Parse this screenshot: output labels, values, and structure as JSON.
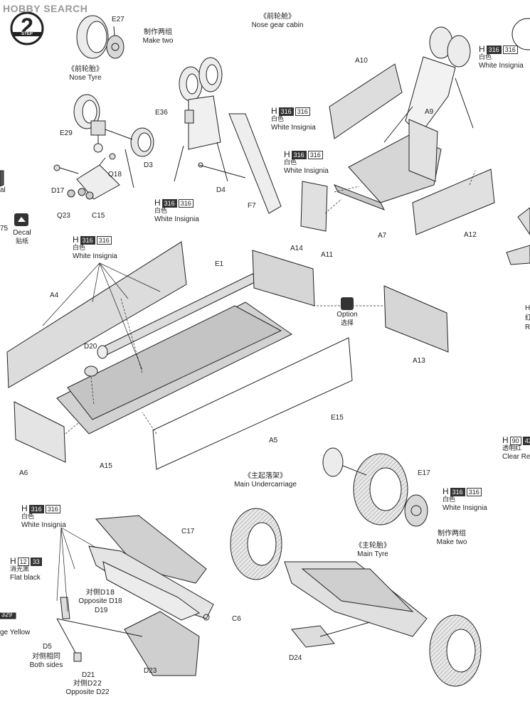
{
  "watermark": {
    "brand": "HOBBY SEARCH"
  },
  "step": {
    "label": "STEP",
    "number": "2"
  },
  "labels": {
    "e27": "E27",
    "e29": "E29",
    "e36": "E36",
    "d3": "D3",
    "d4": "D4",
    "d17": "D17",
    "q23": "Q23",
    "c15": "C15",
    "q18": "Q18",
    "f7": "F7",
    "a10": "A10",
    "a9": "A9",
    "a7": "A7",
    "a11": "A11",
    "a12": "A12",
    "a14": "A14",
    "e1": "E1",
    "a4": "A4",
    "d20": "D20",
    "a13": "A13",
    "a6": "A6",
    "a15": "A15",
    "a5": "A5",
    "e15": "E15",
    "e17": "E17",
    "c17": "C17",
    "c6": "C6",
    "d5": "D5",
    "d19": "D19",
    "d21": "D21",
    "d23": "D23",
    "d24": "D24",
    "n75": "75"
  },
  "captions": {
    "make_two_cn": "制作两组",
    "make_two_en": "Make two",
    "nose_tyre_cn": "《前轮胎》",
    "nose_tyre_en": "Nose Tyre",
    "nose_gear_cabin_cn": "《前轮舱》",
    "nose_gear_cabin_en": "Nose gear cabin",
    "decal_en": "Decal",
    "decal_cn": "贴纸",
    "option_en": "Option",
    "option_cn": "选择",
    "main_uc_cn": "《主起落架》",
    "main_uc_en": "Main Undercarriage",
    "main_tyre_cn": "《主轮胎》",
    "main_tyre_en": "Main Tyre",
    "make_two2_cn": "制作两组",
    "make_two2_en": "Make two",
    "opp_d18_cn": "对侧D18",
    "opp_d18_en": "Opposite D18",
    "both_sides_cn": "对侧相同",
    "both_sides_en": "Both sides",
    "opp_d22_cn": "对侧D22",
    "opp_d22_en": "Opposite D22",
    "edge_al": "al",
    "edge_ge_yellow": "ge Yellow",
    "edge_h": "H",
    "edge_hong": "红",
    "edge_r": "R"
  },
  "paints": {
    "white": {
      "h": "H",
      "code1": "316",
      "code2": "316",
      "cn": "白色",
      "en": "White Insignia"
    },
    "flat_black": {
      "h": "H",
      "code1": "12",
      "code2": "33",
      "cn": "消光黑",
      "en": "Flat black"
    },
    "clear_red": {
      "h": "H",
      "code1": "90",
      "code2": "42",
      "cn": "透明红",
      "en": "Clear Re"
    },
    "yellow_code": "329"
  }
}
